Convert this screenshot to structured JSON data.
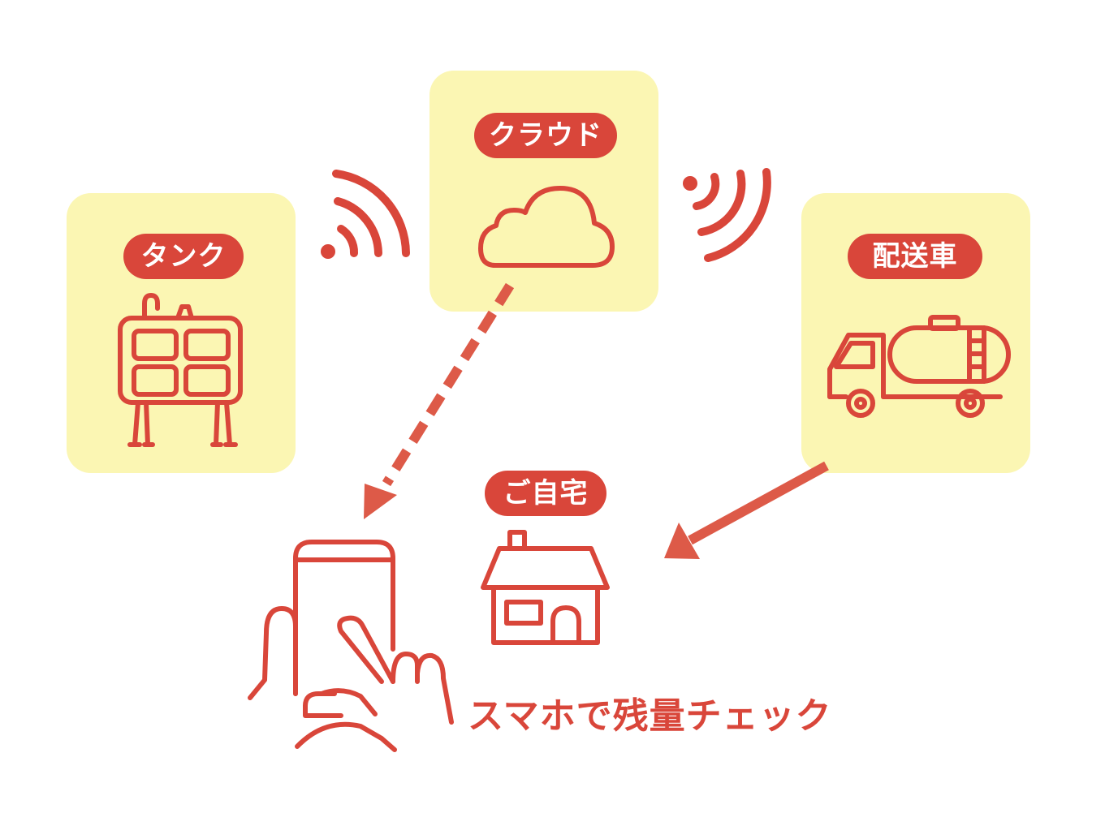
{
  "nodes": {
    "tank": {
      "label": "タンク"
    },
    "cloud": {
      "label": "クラウド"
    },
    "truck": {
      "label": "配送車"
    },
    "home": {
      "label": "ご自宅"
    }
  },
  "caption": "スマホで残量チェック",
  "colors": {
    "accent": "#d9463a",
    "card_bg": "#fbf6b3",
    "arrow": "#dd5a48"
  }
}
